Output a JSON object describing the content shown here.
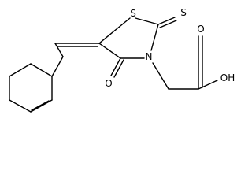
{
  "structure": {
    "atoms": {
      "ring_sulfur": "S",
      "thione_sulfur": "S",
      "ring_nitrogen": "N",
      "carbonyl_oxygen": "O",
      "hydroxyl": "OH",
      "acid_oxygen": "O"
    }
  }
}
